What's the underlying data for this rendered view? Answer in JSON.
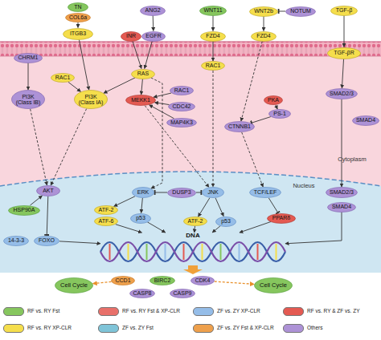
{
  "diagram": {
    "nodes": [
      {
        "text": [
          "TN"
        ]
      },
      {
        "text": [
          "COL6a"
        ]
      },
      {
        "text": [
          "ITGB3"
        ]
      },
      {
        "text": [
          "ANG2"
        ]
      },
      {
        "text": [
          "INR"
        ]
      },
      {
        "text": [
          "EGFR"
        ]
      },
      {
        "text": [
          "WNT11"
        ]
      },
      {
        "text": [
          "FZD4"
        ]
      },
      {
        "text": [
          "WNT2b"
        ]
      },
      {
        "text": [
          "NOTUM"
        ]
      },
      {
        "text": [
          "FZD4"
        ]
      },
      {
        "text": [
          "TGF-β"
        ]
      },
      {
        "text": [
          "CHRM1"
        ]
      },
      {
        "text": [
          "RAC1"
        ]
      },
      {
        "text": [
          "RAS"
        ]
      },
      {
        "text": [
          "RAC1"
        ]
      },
      {
        "text": [
          "TGF-βR"
        ]
      },
      {
        "text": [
          "PI3K (Class IB)"
        ]
      },
      {
        "text": [
          "PI3K (Class IA)"
        ]
      },
      {
        "text": [
          "MEKK1"
        ]
      },
      {
        "text": [
          "RAC1"
        ]
      },
      {
        "text": [
          "CDC42"
        ]
      },
      {
        "text": [
          "MAP4K3"
        ]
      },
      {
        "text": [
          "PKA"
        ]
      },
      {
        "text": [
          "PS-1"
        ]
      },
      {
        "text": [
          "CTNNB1"
        ]
      },
      {
        "text": [
          "SMAD2/3"
        ]
      },
      {
        "text": [
          "SMAD4"
        ]
      },
      {
        "text": [
          "AKT"
        ]
      },
      {
        "text": [
          "ERK"
        ]
      },
      {
        "text": [
          "DUSP3"
        ]
      },
      {
        "text": [
          "JNK"
        ]
      },
      {
        "text": [
          "TCF/LEF"
        ]
      },
      {
        "text": [
          "SMAD2/3"
        ]
      },
      {
        "text": [
          "SMAD4"
        ]
      },
      {
        "text": [
          "HSP90A"
        ]
      },
      {
        "text": [
          "ATF-2"
        ]
      },
      {
        "text": [
          "ATF-6"
        ]
      },
      {
        "text": [
          "p53"
        ]
      },
      {
        "text": [
          "ATF-2"
        ]
      },
      {
        "text": [
          "p53"
        ]
      },
      {
        "text": [
          "PPARδ"
        ]
      },
      {
        "text": [
          "14-3-3"
        ]
      },
      {
        "text": [
          "FOXO"
        ]
      },
      {
        "text": [
          "DNA"
        ]
      },
      {
        "text": [
          "Cell Cycle"
        ]
      },
      {
        "text": [
          "CCD1"
        ]
      },
      {
        "text": [
          "BIRC2"
        ]
      },
      {
        "text": [
          "CDK4"
        ]
      },
      {
        "text": [
          "CASP8"
        ]
      },
      {
        "text": [
          "CASP9"
        ]
      },
      {
        "text": [
          "Cell Cycle"
        ]
      }
    ],
    "edges": [
      {
        "from": 1,
        "to": 2,
        "arrow": "to"
      },
      {
        "from": 3,
        "to": 5,
        "arrow": "to"
      },
      {
        "from": 6,
        "to": 7,
        "arrow": "to"
      },
      {
        "from": 8,
        "to": 10,
        "arrow": "to"
      },
      {
        "from": 9,
        "to": 8,
        "arrow": "to"
      },
      {
        "from": 11,
        "to": 16,
        "arrow": "to"
      },
      {
        "from": 2,
        "to": 18,
        "arrow": "to"
      },
      {
        "from": 4,
        "to": 14,
        "arrow": "to"
      },
      {
        "from": 5,
        "to": 14,
        "arrow": "to"
      },
      {
        "from": 13,
        "to": 18,
        "arrow": "to"
      },
      {
        "from": 14,
        "to": 18,
        "arrow": "to"
      },
      {
        "from": 12,
        "to": 17,
        "arrow": "to"
      },
      {
        "from": 17,
        "to": 28,
        "arrow": "to"
      },
      {
        "from": 18,
        "to": 28,
        "arrow": "to"
      },
      {
        "from": 14,
        "to": 19,
        "arrow": "to"
      },
      {
        "from": 20,
        "to": 19,
        "arrow": "to"
      },
      {
        "from": 21,
        "to": 19,
        "arrow": "to"
      },
      {
        "from": 22,
        "to": 19,
        "arrow": "to"
      },
      {
        "from": 14,
        "to": 29,
        "arrow": "to"
      },
      {
        "from": 19,
        "to": 31,
        "arrow": "to"
      },
      {
        "from": 7,
        "to": 15,
        "arrow": "to"
      },
      {
        "from": 15,
        "to": 31,
        "arrow": "to"
      },
      {
        "from": 10,
        "to": 25,
        "arrow": "to"
      },
      {
        "from": 23,
        "to": 24,
        "arrow": "to"
      },
      {
        "from": 24,
        "to": 25,
        "arrow": "to"
      },
      {
        "from": 25,
        "to": 32,
        "arrow": "to"
      },
      {
        "from": 32,
        "to": 41,
        "arrow": "to"
      },
      {
        "from": 16,
        "to": 26,
        "arrow": "to"
      },
      {
        "from": 26,
        "to": 33,
        "arrow": "to"
      },
      {
        "from": 35,
        "to": 28,
        "arrow": "to"
      },
      {
        "from": 28,
        "to": 43,
        "arrow": "to"
      },
      {
        "from": 30,
        "to": 29,
        "arrow": "to"
      },
      {
        "from": 30,
        "to": 31,
        "arrow": "to"
      },
      {
        "from": 29,
        "to": 36,
        "arrow": "to"
      },
      {
        "from": 29,
        "to": 38,
        "arrow": "to"
      },
      {
        "from": 31,
        "to": 39,
        "arrow": "to"
      },
      {
        "from": 31,
        "to": 40,
        "arrow": "to"
      },
      {
        "from": 43,
        "to": 44,
        "arrow": "to"
      },
      {
        "from": 37,
        "to": 44,
        "arrow": "to"
      },
      {
        "from": 38,
        "to": 44,
        "arrow": "to"
      },
      {
        "from": 39,
        "to": 44,
        "arrow": "to"
      },
      {
        "from": 40,
        "to": 44,
        "arrow": "to"
      },
      {
        "from": 41,
        "to": 44,
        "arrow": "to"
      },
      {
        "from": 34,
        "to": 44,
        "arrow": "to"
      },
      {
        "from": 46,
        "to": 45,
        "arrow": "to"
      },
      {
        "from": 48,
        "to": 51,
        "arrow": "to"
      }
    ],
    "labels": [
      "Cytoplasm",
      "Nucleus"
    ],
    "legend": [
      {
        "text": "RF vs. RY Fst",
        "color": "#86c65e"
      },
      {
        "text": "RF vs. RY Fst & XP-CLR",
        "color": "#e8706a"
      },
      {
        "text": "ZF vs. ZY XP-CLR",
        "color": "#95bde8"
      },
      {
        "text": "RF vs. RY & ZF vs. ZY",
        "color": "#e45a52"
      },
      {
        "text": "RF vs. RY XP-CLR",
        "color": "#f5de4c"
      },
      {
        "text": "ZF vs. ZY Fst",
        "color": "#7fc4d8"
      },
      {
        "text": "ZF vs. ZY Fst & XP-CLR",
        "color": "#eea04c"
      },
      {
        "text": "Others",
        "color": "#ad92d6"
      }
    ]
  }
}
